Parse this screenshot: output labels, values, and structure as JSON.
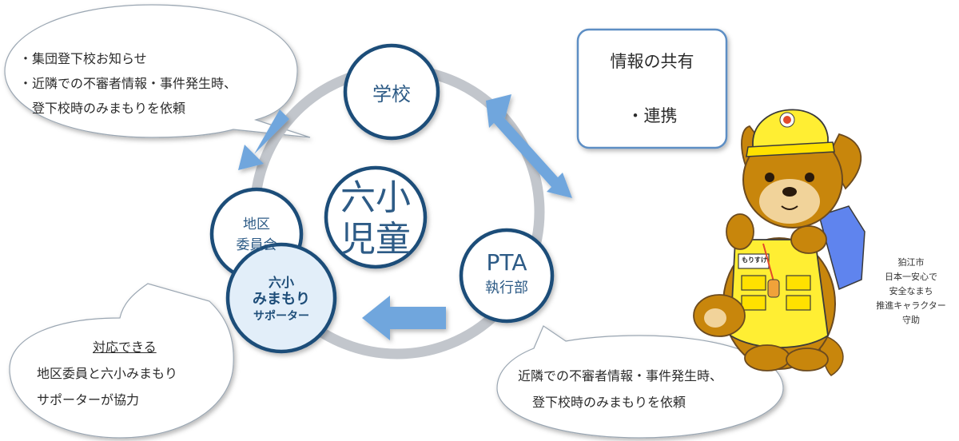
{
  "center": {
    "line1": "六小",
    "line2": "児童"
  },
  "nodes": {
    "school": "学校",
    "pta_line1": "PTA",
    "pta_line2": "執行部",
    "district_line1": "地区",
    "district_line2": "委員会",
    "supporter_line1": "六小",
    "supporter_line2": "みまもり",
    "supporter_line3": "サポーター"
  },
  "bubbles": {
    "top_left": [
      "・集団登下校お知らせ",
      "・近隣での不審者情報・事件発生時、",
      "　登下校時のみまもりを依頼"
    ],
    "bottom_left": {
      "heading": "対応できる",
      "lines": [
        "地区委員と六小みまもり",
        "サポーターが協力"
      ]
    },
    "bottom_right": [
      "近隣での不審者情報・事件発生時、",
      "登下校時のみまもりを依頼"
    ]
  },
  "info_box": {
    "line1": "情報の共有",
    "line2": "・連携"
  },
  "mascot": {
    "tag": "もりすけ",
    "caption": [
      "狛江市",
      "日本一安心で",
      "安全なまち",
      "推進キャラクター",
      "守助"
    ]
  },
  "colors": {
    "node_border": "#1f4e79",
    "node_text": "#2d5b86",
    "ring": "#c2c6cc",
    "arrow": "#6fa6dd",
    "info_border": "#5d8ec4",
    "mascot_body": "#c8860c",
    "mascot_vest": "#ffee33"
  }
}
